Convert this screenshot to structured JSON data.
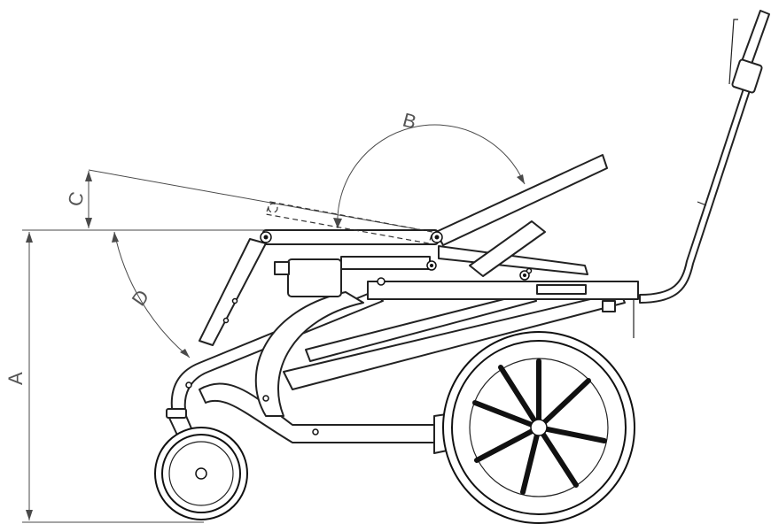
{
  "diagram": {
    "dimension_labels": {
      "a": "A",
      "b": "B",
      "c": "C",
      "d": "D"
    },
    "colors": {
      "line": "#222222",
      "dimension": "#4a4a4a",
      "label": "#555555",
      "background": "#ffffff"
    }
  }
}
